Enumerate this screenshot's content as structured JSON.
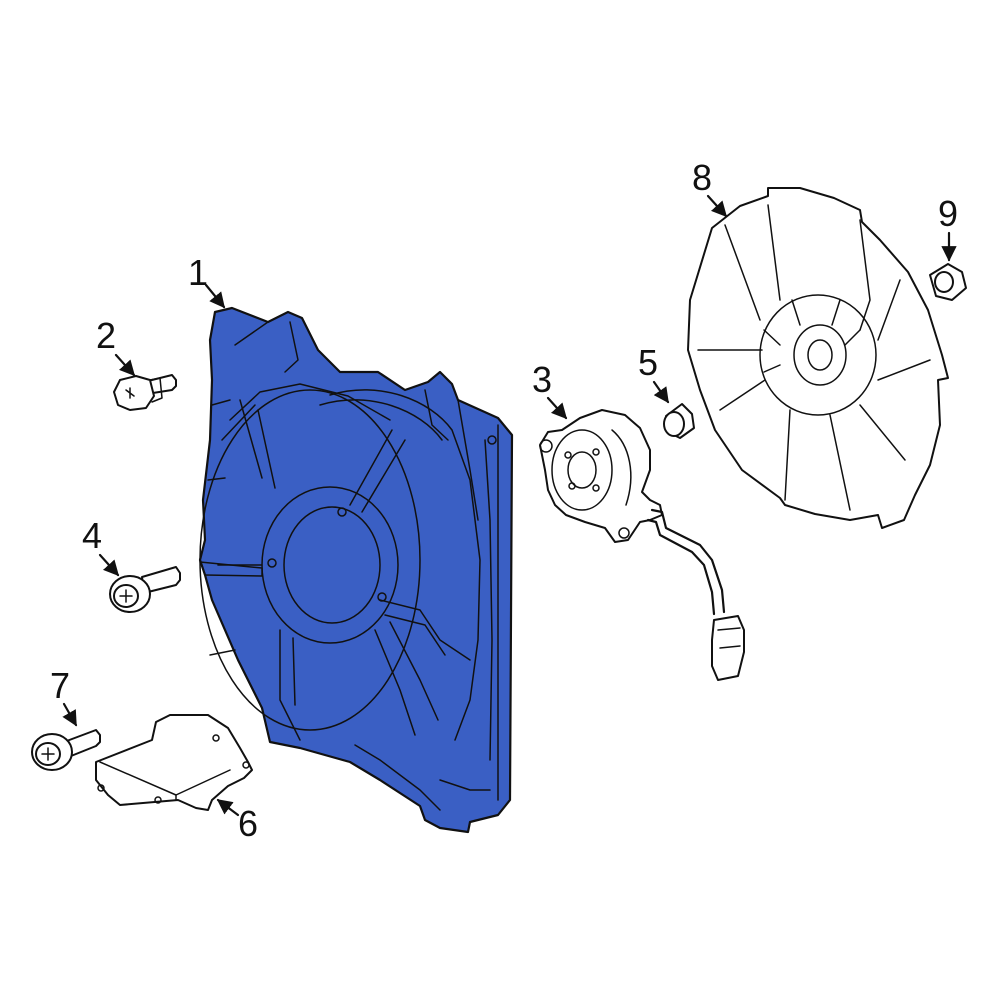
{
  "diagram": {
    "highlight_color": "#3a5fc4",
    "line_color": "#111111",
    "callouts": [
      {
        "id": "c1",
        "label": "1"
      },
      {
        "id": "c2",
        "label": "2"
      },
      {
        "id": "c3",
        "label": "3"
      },
      {
        "id": "c4",
        "label": "4"
      },
      {
        "id": "c5",
        "label": "5"
      },
      {
        "id": "c6",
        "label": "6"
      },
      {
        "id": "c7",
        "label": "7"
      },
      {
        "id": "c8",
        "label": "8"
      },
      {
        "id": "c9",
        "label": "9"
      }
    ]
  }
}
